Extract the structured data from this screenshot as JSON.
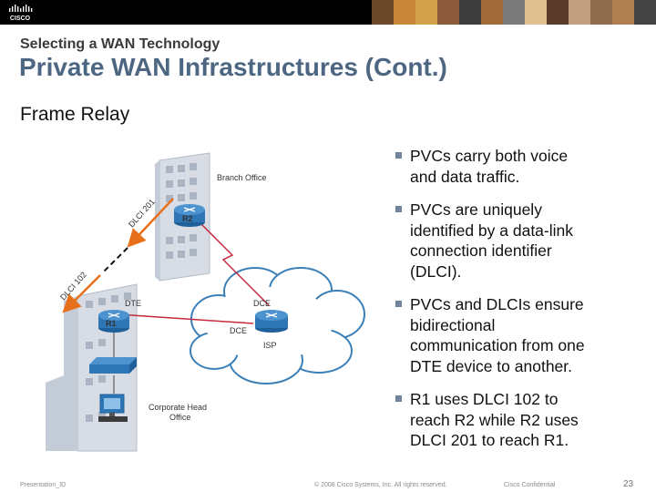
{
  "header": {
    "logo_text": "CISCO",
    "photo_colors": [
      "#6b4a2a",
      "#c8863a",
      "#d2a24a",
      "#8a5a3a",
      "#3d3d3d",
      "#a06a3a",
      "#7a7a7a",
      "#e0c090",
      "#5a3a2a",
      "#c0a080",
      "#8c6c4c",
      "#b08050",
      "#444444"
    ]
  },
  "slide": {
    "subtitle": "Selecting a WAN Technology",
    "title": "Private WAN Infrastructures (Cont.)",
    "section": "Frame Relay"
  },
  "diagram": {
    "branch_office": "Branch Office",
    "corporate_line1": "Corporate Head",
    "corporate_line2": "Office",
    "r1": "R1",
    "r2": "R2",
    "dte": "DTE",
    "dce_top": "DCE",
    "dce_left": "DCE",
    "isp": "ISP",
    "dlci_201": "DLCI 201",
    "dlci_102": "DLCI 102"
  },
  "bullets": [
    {
      "line1": "PVCs carry both voice",
      "line2": "and data traffic."
    },
    {
      "line1": "PVCs are uniquely",
      "line2": "identified by a data-link",
      "line3": "connection identifier",
      "line4": "(DLCI)."
    },
    {
      "line1": "PVCs and DLCIs ensure",
      "line2": "bidirectional",
      "line3": "communication from one",
      "line4": "DTE device to another."
    },
    {
      "line1": "R1 uses DLCI 102 to",
      "line2": "reach R2 while R2 uses",
      "line3": "DLCI 201 to reach R1."
    }
  ],
  "footer": {
    "presentation_id": "Presentation_ID",
    "copyright": "© 2008 Cisco Systems, Inc. All rights reserved.",
    "confidential": "Cisco Confidential",
    "page": "23"
  },
  "colors": {
    "title": "#4d6783",
    "arrow": "#e8701a",
    "wan_link": "#c8283c",
    "router": "#1f5f9a",
    "building": "#d8dde5"
  }
}
